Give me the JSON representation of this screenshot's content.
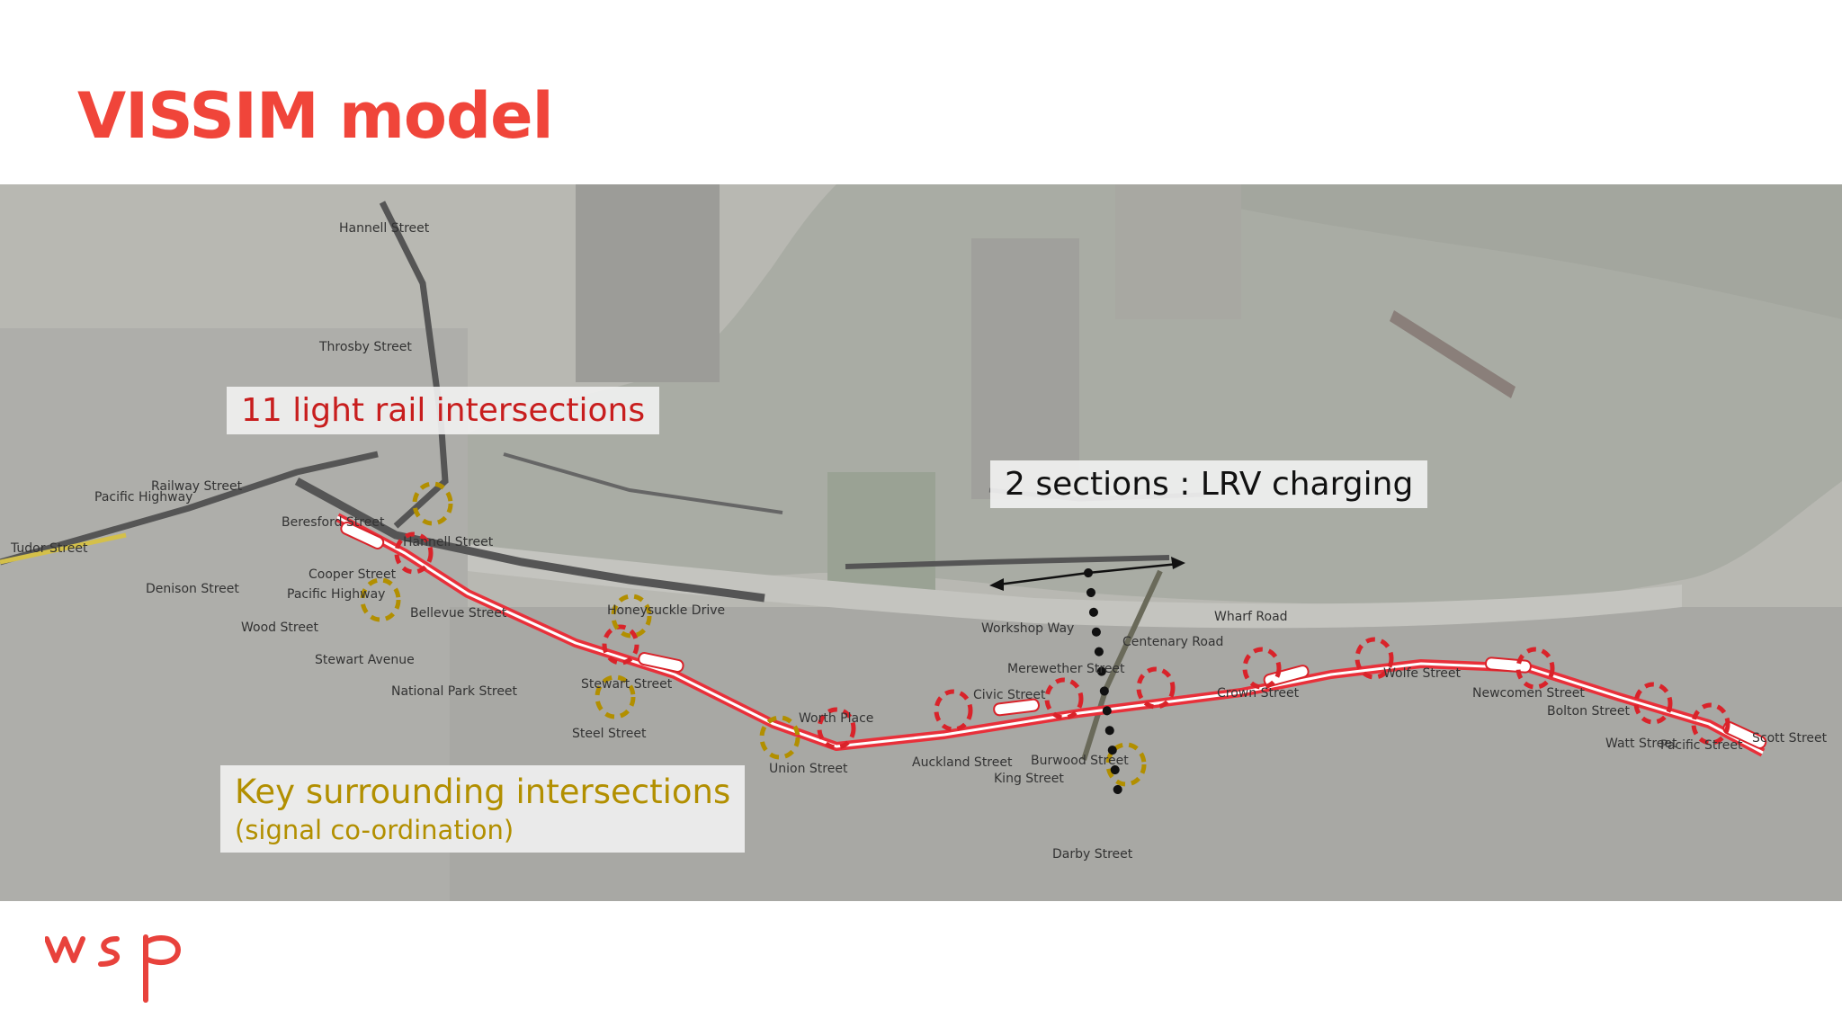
{
  "slide": {
    "title": "VISSIM model",
    "callouts": {
      "light_rail": "11 light rail intersections",
      "charging": "2 sections : LRV charging",
      "key_title": "Key surrounding intersections",
      "key_subtitle": "(signal co-ordination)"
    },
    "logo_text": "wsp"
  },
  "map": {
    "streets": {
      "hannell": "Hannell Street",
      "throsby": "Throsby Street",
      "railway": "Railway Street",
      "pacific_hwy_w": "Pacific Highway",
      "tudor": "Tudor Street",
      "beresford": "Beresford Street",
      "hannell_s": "Hannell Street",
      "denison": "Denison Street",
      "cooper": "Cooper Street",
      "pacific_hwy": "Pacific Highway",
      "bellevue": "Bellevue Street",
      "wood": "Wood Street",
      "stewart": "Stewart Avenue",
      "national_park": "National Park Street",
      "honeysuckle": "Honeysuckle Drive",
      "stewart_st": "Stewart Street",
      "steel": "Steel Street",
      "union": "Union Street",
      "workshop": "Workshop Way",
      "wharf": "Wharf Road",
      "centenary": "Centenary Road",
      "merewether": "Merewether Street",
      "civic": "Civic Street",
      "terrace": "Worth Place",
      "auckland": "Auckland Street",
      "burwood": "Burwood Street",
      "king": "King Street",
      "darby": "Darby Street",
      "crown": "Crown Street",
      "wolfe": "Wolfe Street",
      "newcomen": "Newcomen Street",
      "bolton": "Bolton Street",
      "watt": "Watt Street",
      "pacific_st": "Pacific Street",
      "scott": "Scott Street"
    }
  },
  "colors": {
    "title": "#f0453a",
    "light_rail": "#d9232a",
    "key_intersection": "#b28f00",
    "logo": "#e8423c"
  }
}
